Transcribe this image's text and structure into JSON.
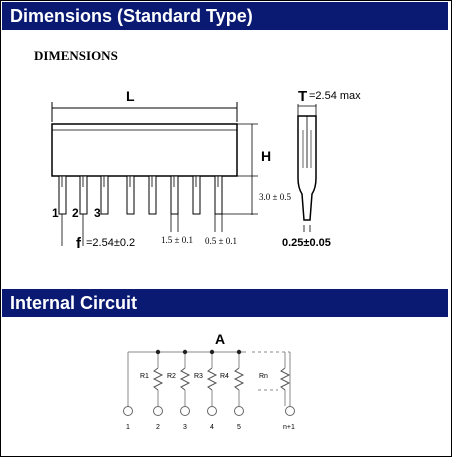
{
  "sections": {
    "dimensions_title": "Dimensions (Standard Type)",
    "circuit_title": "Internal Circuit"
  },
  "drawing": {
    "heading": "DIMENSIONS",
    "L": "L",
    "T": "T",
    "T_value": "=2.54 max",
    "H": "H",
    "height_tol": "3.0 ± 0.5",
    "pin_labels": [
      "1",
      "2",
      "3"
    ],
    "f": "f",
    "pitch": "=2.54±0.2",
    "pin_width": "1.5 ± 0.1",
    "pin_thickness": "0.5 ± 0.1",
    "lead_thickness": "0.25±0.05"
  },
  "circuit": {
    "common": "A",
    "resistors": [
      "R1",
      "R2",
      "R3",
      "R4",
      "Rn"
    ],
    "nodes": [
      "1",
      "2",
      "3",
      "4",
      "5",
      "n+1"
    ]
  }
}
